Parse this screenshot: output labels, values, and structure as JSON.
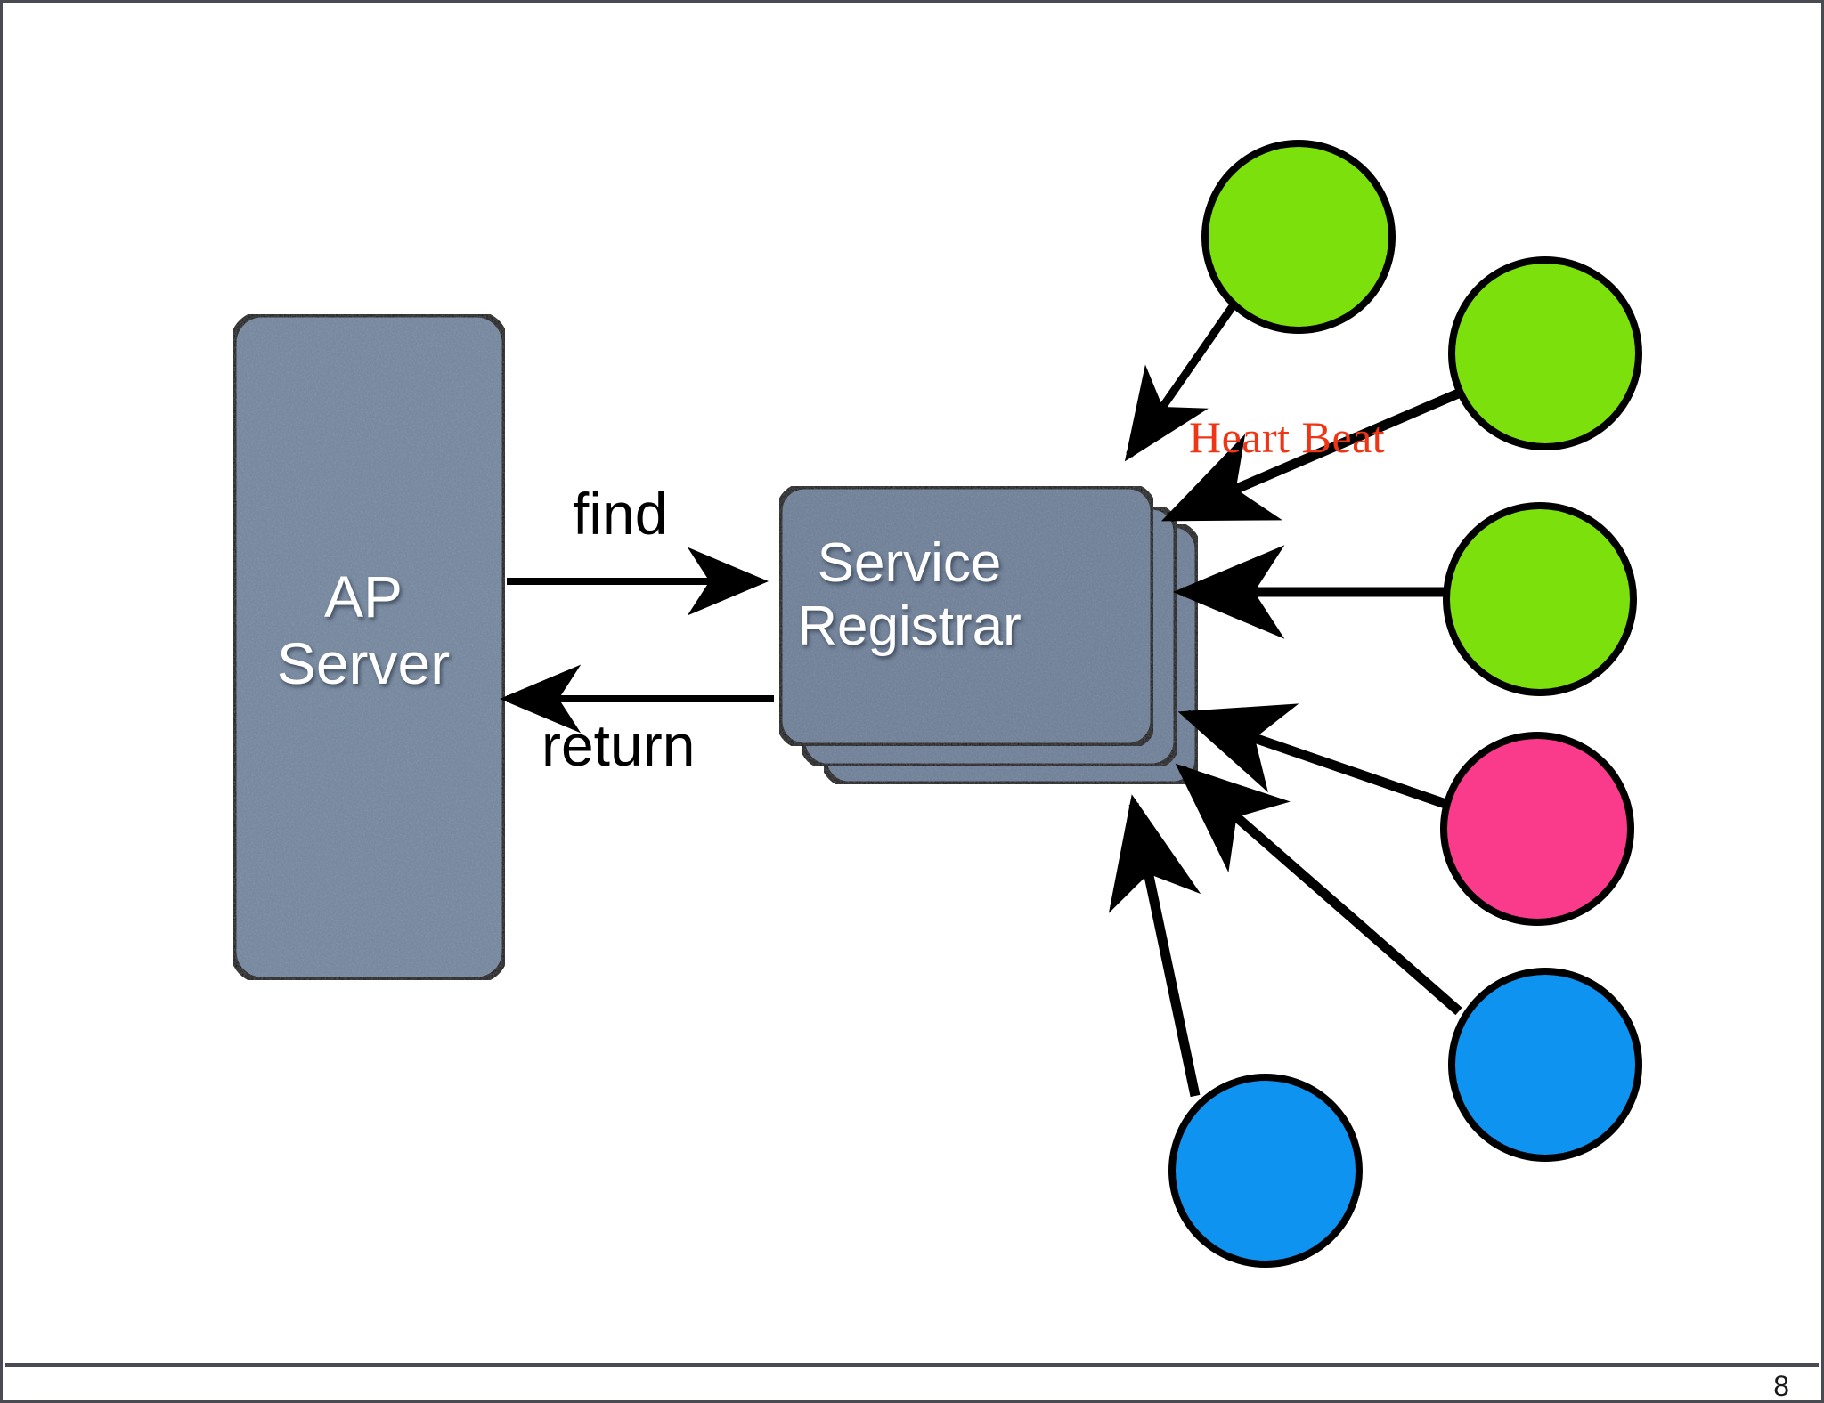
{
  "slide": {
    "page_number": "8",
    "background_color": "#ffffff",
    "border_color": "#4a4a52"
  },
  "nodes": {
    "ap_server": {
      "label": "AP\nServer",
      "fill_color": "#73879f",
      "stroke_color": "#000000",
      "text_color": "#ffffff"
    },
    "service_registrar": {
      "label": "Service\nRegistrar",
      "fill_color": "#6c7f98",
      "stroke_color": "#000000",
      "text_color": "#ffffff",
      "stack_count": 3
    }
  },
  "edges": {
    "find": {
      "label": "find",
      "text_color": "#000000",
      "direction": "ap-server-to-service-registrar"
    },
    "return": {
      "label": "return",
      "text_color": "#000000",
      "direction": "service-registrar-to-ap-server"
    },
    "heartbeat": {
      "label": "Heart Beat",
      "text_color": "#ee3515",
      "direction": "clients-to-service-registrar"
    }
  },
  "clients": [
    {
      "name": "client-green-1",
      "color": "#7ce00d",
      "status": "healthy"
    },
    {
      "name": "client-green-2",
      "color": "#7ce00d",
      "status": "healthy"
    },
    {
      "name": "client-green-3",
      "color": "#7ce00d",
      "status": "healthy"
    },
    {
      "name": "client-pink-1",
      "color": "#fa3b8b",
      "status": "alert"
    },
    {
      "name": "client-blue-1",
      "color": "#0f93f0",
      "status": "info"
    },
    {
      "name": "client-blue-2",
      "color": "#0f93f0",
      "status": "info"
    }
  ],
  "colors": {
    "box_fill": "#73879f",
    "node_stroke": "#000000",
    "green": "#7ce00d",
    "pink": "#fa3b8b",
    "blue": "#0f93f0",
    "heartbeat_red": "#ee3515",
    "arrow": "#000000"
  }
}
